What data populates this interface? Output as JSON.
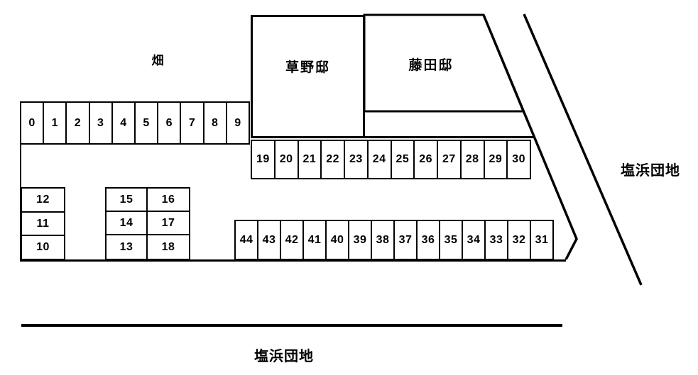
{
  "map": {
    "colors": {
      "line": "#000000",
      "background": "#ffffff",
      "text": "#000000"
    },
    "area_labels": {
      "field": "畑",
      "house_kusano": "草野邸",
      "house_fujita": "藤田邸",
      "complex_right": "塩浜団地",
      "complex_bottom": "塩浜団地"
    },
    "spaces": {
      "top_row": [
        "0",
        "1",
        "2",
        "3",
        "4",
        "5",
        "6",
        "7",
        "8",
        "9"
      ],
      "middle_row": [
        "19",
        "20",
        "21",
        "22",
        "23",
        "24",
        "25",
        "26",
        "27",
        "28",
        "29",
        "30"
      ],
      "left_block": [
        "12",
        "11",
        "10"
      ],
      "center_block": [
        "15",
        "16",
        "14",
        "17",
        "13",
        "18"
      ],
      "bottom_row": [
        "44",
        "43",
        "42",
        "41",
        "40",
        "39",
        "38",
        "37",
        "36",
        "35",
        "34",
        "33",
        "32",
        "31"
      ]
    }
  }
}
